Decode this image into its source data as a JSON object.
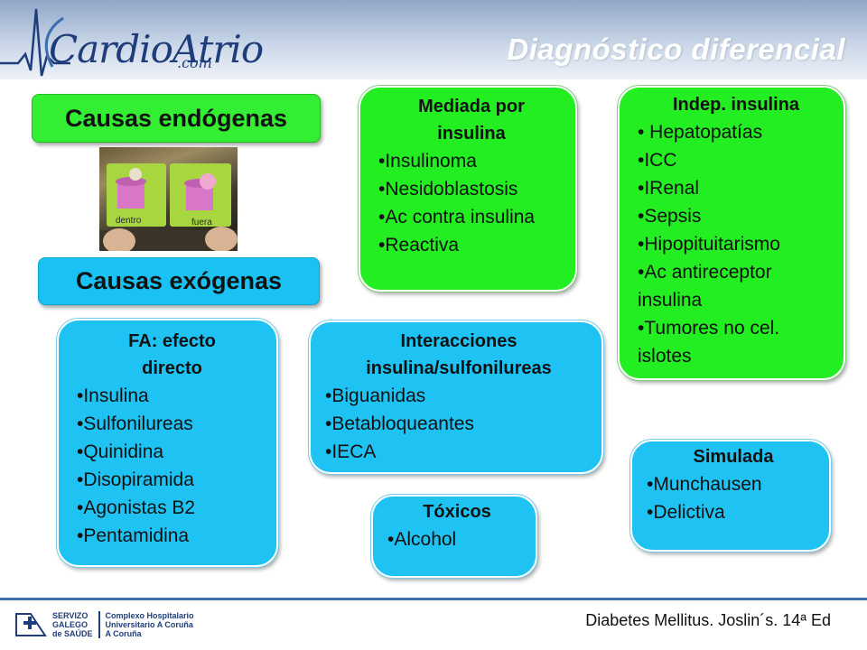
{
  "header": {
    "logo_main": "CardioAtrio",
    "logo_sub": ".com",
    "title": "Diagnóstico diferencial"
  },
  "labels": {
    "endogenous": "Causas endógenas",
    "exogenous": "Causas exógenas"
  },
  "photo": {
    "left_label": "dentro",
    "right_label": "fuera"
  },
  "boxes": {
    "insulin_mediated": {
      "title": "Mediada por insulina",
      "items": [
        "•Insulinoma",
        "•Nesidoblastosis",
        "•Ac contra insulina",
        "•Reactiva"
      ]
    },
    "insulin_independent": {
      "title": "Indep. insulina",
      "items": [
        "• Hepatopatías",
        "•ICC",
        "•IRenal",
        "•Sepsis",
        "•Hipopituitarismo",
        "•Ac antireceptor insulina",
        "•Tumores no cel. islotes"
      ]
    },
    "direct_effect": {
      "title": "FA: efecto directo",
      "items": [
        "•Insulina",
        "•Sulfonilureas",
        "•Quinidina",
        "•Disopiramida",
        "•Agonistas B2",
        "•Pentamidina"
      ]
    },
    "interactions": {
      "title": "Interacciones insulina/sulfonilureas",
      "items": [
        "•Biguanidas",
        "•Betabloqueantes",
        "•IECA"
      ]
    },
    "toxics": {
      "title": "Tóxicos",
      "items": [
        "•Alcohol"
      ]
    },
    "simulated": {
      "title": "Simulada",
      "items": [
        "•Munchausen",
        "•Delictiva"
      ]
    }
  },
  "footer": {
    "reference": "Diabetes Mellitus. Joslin´s. 14ª Ed",
    "org_line1": "SERVIZO",
    "org_line2": "GALEGO",
    "org_line3": "de SAÚDE",
    "hosp_line1": "Complexo Hospitalario",
    "hosp_line2": "Universitario A Coruña",
    "hosp_line3": "A Coruña"
  },
  "colors": {
    "green": "#22ee22",
    "blue": "#1ec3f3",
    "title": "#ffffff",
    "footer_line": "#3a6fb0"
  }
}
